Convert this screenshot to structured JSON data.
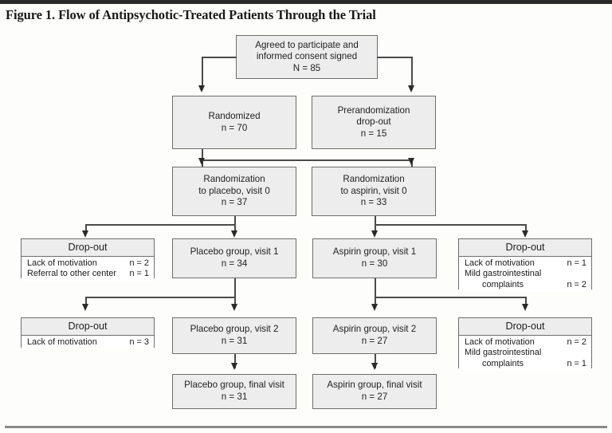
{
  "figure": {
    "title": "Figure 1. Flow of Antipsychotic-Treated Patients Through the Trial"
  },
  "nodes": {
    "enrolled": {
      "line1": "Agreed to participate and",
      "line2": "informed consent signed",
      "line3": "N = 85"
    },
    "randomized": {
      "line1": "Randomized",
      "line2": "n = 70"
    },
    "prerandomization_dropout": {
      "line1": "Prerandomization",
      "line2": "drop-out",
      "line3": "n = 15"
    },
    "rand_placebo": {
      "line1": "Randomization",
      "line2": "to placebo, visit 0",
      "line3": "n = 37"
    },
    "rand_aspirin": {
      "line1": "Randomization",
      "line2": "to aspirin, visit 0",
      "line3": "n = 33"
    },
    "placebo_v1": {
      "line1": "Placebo group, visit 1",
      "line2": "n = 34"
    },
    "aspirin_v1": {
      "line1": "Aspirin group, visit 1",
      "line2": "n = 30"
    },
    "placebo_v2": {
      "line1": "Placebo group, visit 2",
      "line2": "n = 31"
    },
    "aspirin_v2": {
      "line1": "Aspirin group, visit 2",
      "line2": "n = 27"
    },
    "placebo_final": {
      "line1": "Placebo group, final visit",
      "line2": "n = 31"
    },
    "aspirin_final": {
      "line1": "Aspirin group, final visit",
      "line2": "n = 27"
    }
  },
  "dropouts": {
    "placebo_v1": {
      "header": "Drop-out",
      "rows": [
        {
          "reason": "Lack of motivation",
          "count": "n = 2",
          "indent": false
        },
        {
          "reason": "Referral to other center",
          "count": "n = 1",
          "indent": false
        }
      ]
    },
    "aspirin_v1": {
      "header": "Drop-out",
      "rows": [
        {
          "reason": "Lack of motivation",
          "count": "n = 1",
          "indent": false
        },
        {
          "reason": "Mild gastrointestinal",
          "count": "",
          "indent": false
        },
        {
          "reason": "complaints",
          "count": "n = 2",
          "indent": true
        }
      ]
    },
    "placebo_v2": {
      "header": "Drop-out",
      "rows": [
        {
          "reason": "Lack of motivation",
          "count": "n = 3",
          "indent": false
        }
      ]
    },
    "aspirin_v2": {
      "header": "Drop-out",
      "rows": [
        {
          "reason": "Lack of motivation",
          "count": "n = 2",
          "indent": false
        },
        {
          "reason": "Mild gastrointestinal",
          "count": "",
          "indent": false
        },
        {
          "reason": "complaints",
          "count": "n = 1",
          "indent": true
        }
      ]
    }
  },
  "colors": {
    "box_fill": "#ededed",
    "box_border": "#6e6e6e",
    "connector": "#4b4b4b",
    "rule_top": "#2b2b2b",
    "rule_bottom": "#8a8a8a",
    "page_background": "#fdfdfb"
  }
}
